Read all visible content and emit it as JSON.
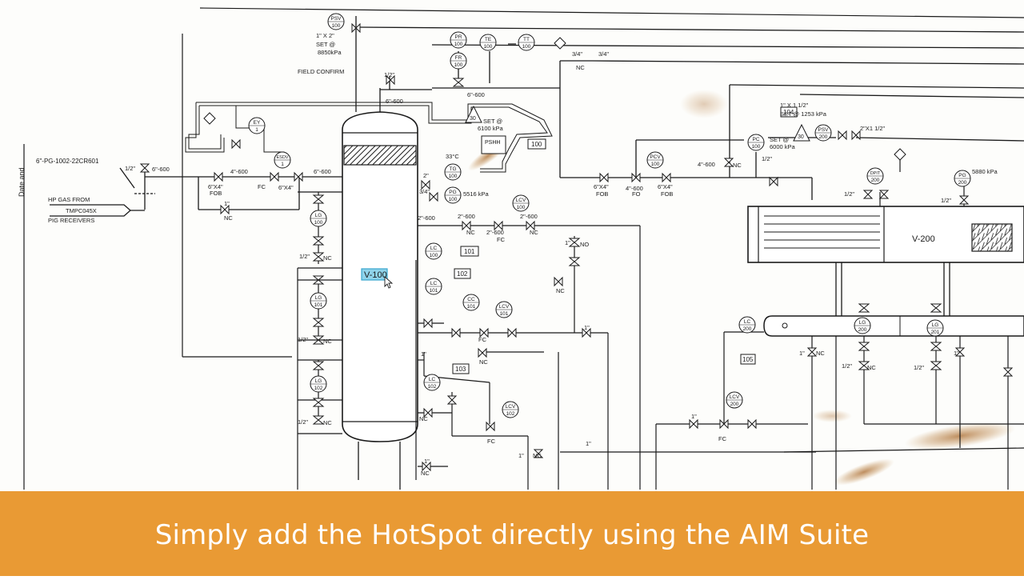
{
  "colors": {
    "caption_bg": "#E99A34",
    "caption_text": "#FFFFFF",
    "hotspot_fill": "#8FD3EA",
    "hotspot_border": "#3AA7CF",
    "line": "#1A1A1A",
    "stain": "#B5762F"
  },
  "caption": {
    "text": "Simply add the HotSpot directly using the AIM Suite"
  },
  "margin": {
    "date_label": "Date and"
  },
  "vessels": {
    "v100": {
      "label": "V-100",
      "hotspot": true
    },
    "v200": {
      "label": "V-200"
    }
  },
  "inlet": {
    "line_spec": "6\"-PG-1002-22CR601",
    "source_line1": "HP GAS FROM",
    "source_tag": "TMPC045X",
    "source_line2": "PIG RECEIVERS"
  },
  "notes": {
    "field_confirm": "FIELD CONFIRM",
    "psv100_size": "1\" X 2\"",
    "psv100_set": "SET @",
    "psv100_pressure": "8850kPa",
    "set_6100": "SET @",
    "set_6100_p": "6100 kPa",
    "psv200_size": "1\" X 1 1/2\"",
    "psv200_set": "SET @ 1253 kPa",
    "set_6000": "SET @",
    "set_6000_p": "6000 kPa",
    "pg100_p": "5516 kPa",
    "pg200_p": "5880 kPa",
    "tg_temp": "33°C"
  },
  "instruments": [
    {
      "id": "psv100",
      "l1": "PSV",
      "l2": "100"
    },
    {
      "id": "pr100",
      "l1": "PR",
      "l2": "100"
    },
    {
      "id": "fr100",
      "l1": "FR",
      "l2": "100"
    },
    {
      "id": "te100",
      "l1": "TE",
      "l2": "100"
    },
    {
      "id": "tt100",
      "l1": "TT",
      "l2": "100"
    },
    {
      "id": "ey1",
      "l1": "EY",
      "l2": "1"
    },
    {
      "id": "esdv1",
      "l1": "ESDV",
      "l2": "1"
    },
    {
      "id": "tg100",
      "l1": "TG",
      "l2": "100"
    },
    {
      "id": "pg100",
      "l1": "PG",
      "l2": "100"
    },
    {
      "id": "lcv100",
      "l1": "LCV",
      "l2": "100"
    },
    {
      "id": "lg100",
      "l1": "LG",
      "l2": "100"
    },
    {
      "id": "lg101",
      "l1": "LG",
      "l2": "101"
    },
    {
      "id": "lg102",
      "l1": "LG",
      "l2": "102"
    },
    {
      "id": "lc100",
      "l1": "LC",
      "l2": "100"
    },
    {
      "id": "lc101",
      "l1": "LC",
      "l2": "101"
    },
    {
      "id": "cc101",
      "l1": "CC",
      "l2": "101"
    },
    {
      "id": "lcv101",
      "l1": "LCV",
      "l2": "101"
    },
    {
      "id": "lc102",
      "l1": "LC",
      "l2": "102"
    },
    {
      "id": "lcv102",
      "l1": "LCV",
      "l2": "102"
    },
    {
      "id": "pcv100",
      "l1": "PCV",
      "l2": "100"
    },
    {
      "id": "pc100",
      "l1": "PC",
      "l2": "100"
    },
    {
      "id": "psv200",
      "l1": "PSV",
      "l2": "200"
    },
    {
      "id": "dpit200",
      "l1": "DPIT",
      "l2": "200"
    },
    {
      "id": "pg200",
      "l1": "PG",
      "l2": "200"
    },
    {
      "id": "lc200",
      "l1": "LC",
      "l2": "200"
    },
    {
      "id": "lcv200",
      "l1": "LCV",
      "l2": "200"
    },
    {
      "id": "lg200",
      "l1": "LG",
      "l2": "200"
    },
    {
      "id": "lg201",
      "l1": "LG",
      "l2": "201"
    }
  ],
  "tags": {
    "t100": "100",
    "t101": "101",
    "t102": "102",
    "t103": "103",
    "t104": "104",
    "t105": "105",
    "t100b": "100"
  },
  "diamonds": {
    "d30a": "30",
    "d30b": "30",
    "pshh": "PSHH"
  },
  "line_labels": {
    "l6_600a": "6\"-600",
    "l6_600b": "6\"-600",
    "l6_600c": "6\"-600",
    "l6_600d": "6\"-600",
    "l4_600a": "4\"-600",
    "l4_600b": "4\"-600",
    "l4_600c": "4\"-600",
    "l2_600a": "2\"-600",
    "l2_600b": "2\"-600",
    "l2_600c": "2\"-600",
    "l2_600d": "2\"-600",
    "r6x4a": "6\"X4\"",
    "r6x4b": "6\"X4\"",
    "r6x4c": "6\"X4\"",
    "r6x4d": "6\"X4\"",
    "fob1": "FOB",
    "fob2": "FOB",
    "fob3": "FOB",
    "fo1": "FO",
    "fc1": "FC",
    "fc2": "FC",
    "fc3": "FC",
    "fc4": "FC",
    "fc5": "FC",
    "half1": "1/2\"",
    "half2": "1/2\"",
    "half3": "1/2\"",
    "half4": "1/2\"",
    "half5": "1/2\"",
    "half6": "1/2\"",
    "half7": "1/2\"",
    "half8": "1/2\"",
    "half9": "1/2\"",
    "half10": "1/2\"",
    "q34a": "3/4\"",
    "q34b": "3/4\"",
    "q34c": "3/4\"",
    "n1a": "1\"",
    "n1b": "1\"",
    "n1c": "1\"",
    "n1d": "1\"",
    "n1e": "1\"",
    "n1f": "1\"",
    "n1g": "1\"",
    "n1h": "1\"",
    "n1i": "1\"",
    "n1j": "1\"",
    "n2a": "2\"",
    "x2x112": "2\"X1 1/2\"",
    "nc1": "NC",
    "nc2": "NC",
    "nc3": "NC",
    "nc4": "NC",
    "nc5": "NC",
    "nc6": "NC",
    "nc7": "NC",
    "nc8": "NC",
    "nc9": "NC",
    "nc10": "NC",
    "nc11": "NC",
    "nc12": "NC",
    "nc13": "NC",
    "nc14": "NC",
    "nc15": "NC",
    "no1": "NO"
  }
}
